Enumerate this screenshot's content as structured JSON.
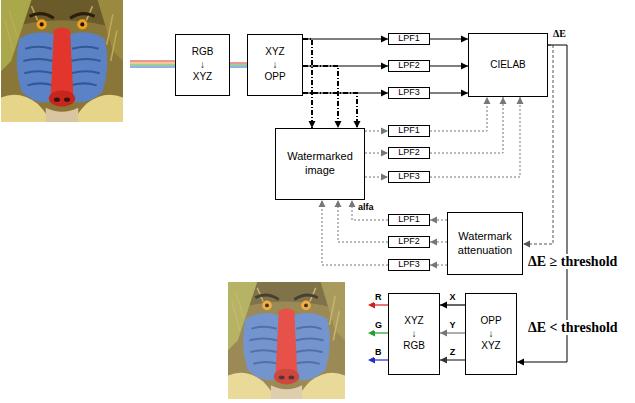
{
  "diagram": {
    "nodes": [
      {
        "text": [
          "RGB ↓ XYZ"
        ]
      },
      {
        "text": [
          "XYZ ↓ OPP"
        ]
      },
      {
        "text": [
          "LPF1"
        ]
      },
      {
        "text": [
          "LPF2"
        ]
      },
      {
        "text": [
          "LPF3"
        ]
      },
      {
        "text": [
          "CIELAB"
        ]
      },
      {
        "text": [
          "Watermarked image"
        ]
      },
      {
        "text": [
          "LPF1"
        ]
      },
      {
        "text": [
          "LPF2"
        ]
      },
      {
        "text": [
          "LPF3"
        ]
      },
      {
        "text": [
          "LPF1"
        ]
      },
      {
        "text": [
          "LPF2"
        ]
      },
      {
        "text": [
          "LPF3"
        ]
      },
      {
        "text": [
          "Watermark attenuation"
        ]
      },
      {
        "text": [
          "XYZ ↓ RGB"
        ]
      },
      {
        "text": [
          "OPP ↓ XYZ"
        ]
      }
    ],
    "edges": [
      {
        "from": 0,
        "to": 1,
        "arrow": "none"
      },
      {
        "from": 1,
        "to": 2,
        "arrow": "to"
      },
      {
        "from": 1,
        "to": 3,
        "arrow": "to"
      },
      {
        "from": 1,
        "to": 4,
        "arrow": "to"
      },
      {
        "from": 2,
        "to": 5,
        "arrow": "to"
      },
      {
        "from": 3,
        "to": 5,
        "arrow": "to"
      },
      {
        "from": 4,
        "to": 5,
        "arrow": "to"
      },
      {
        "from": 1,
        "to": 6,
        "arrow": "to"
      },
      {
        "from": 1,
        "to": 6,
        "arrow": "to"
      },
      {
        "from": 1,
        "to": 6,
        "arrow": "to"
      },
      {
        "from": 6,
        "to": 7,
        "arrow": "to"
      },
      {
        "from": 6,
        "to": 8,
        "arrow": "to"
      },
      {
        "from": 6,
        "to": 9,
        "arrow": "to"
      },
      {
        "from": 7,
        "to": 5,
        "arrow": "to"
      },
      {
        "from": 8,
        "to": 5,
        "arrow": "to"
      },
      {
        "from": 9,
        "to": 5,
        "arrow": "to"
      },
      {
        "from": 5,
        "to": 13,
        "label": "ΔE ≥ threshold",
        "arrow": "to"
      },
      {
        "from": 5,
        "to": 15,
        "label": "ΔE < threshold",
        "arrow": "to"
      },
      {
        "from": 13,
        "to": 10,
        "arrow": "to"
      },
      {
        "from": 13,
        "to": 11,
        "arrow": "to"
      },
      {
        "from": 13,
        "to": 12,
        "arrow": "to"
      },
      {
        "from": 10,
        "to": 6,
        "arrow": "to"
      },
      {
        "from": 11,
        "to": 6,
        "arrow": "to"
      },
      {
        "from": 12,
        "to": 6,
        "arrow": "to"
      },
      {
        "from": 15,
        "to": 14,
        "label": "X",
        "arrow": "to"
      },
      {
        "from": 15,
        "to": 14,
        "label": "Y",
        "arrow": "to"
      },
      {
        "from": 15,
        "to": 14,
        "label": "Z",
        "arrow": "to"
      }
    ],
    "labels": [
      "ΔE",
      "alfa",
      "R",
      "G",
      "B"
    ]
  }
}
